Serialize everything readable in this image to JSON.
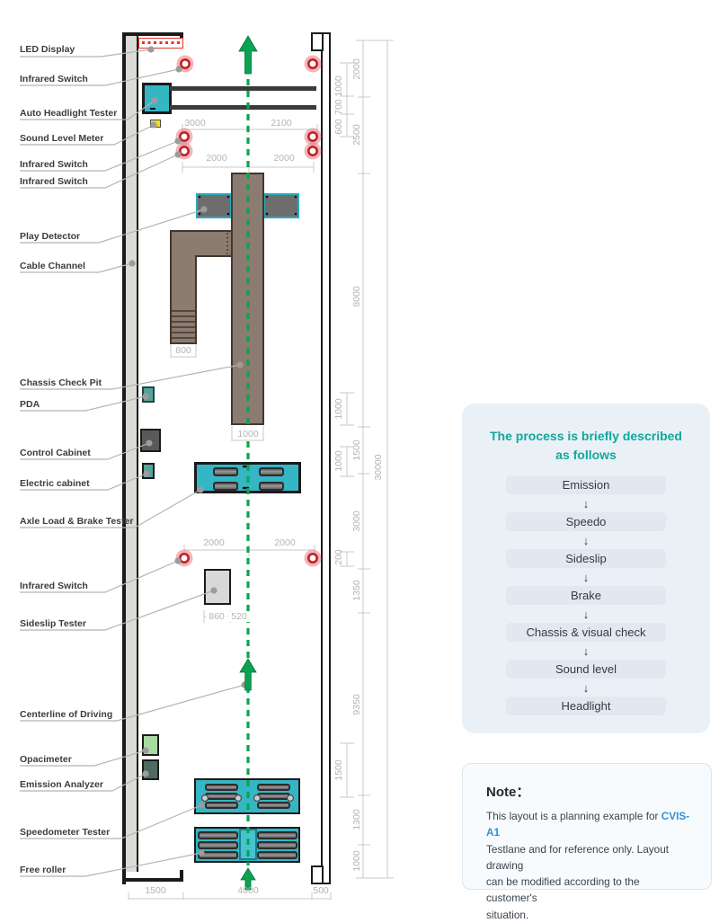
{
  "equipment_labels": [
    "LED Display",
    "Infrared Switch",
    "Auto Headlight Tester",
    "Sound Level Meter",
    "Infrared Switch",
    "Infrared Switch",
    "Play Detector",
    "Cable Channel",
    "Chassis Check Pit",
    "PDA",
    "Control Cabinet",
    "Electric cabinet",
    "Axle Load & Brake Tester",
    "Infrared Switch",
    "Sideslip Tester",
    "Centerline of Driving",
    "Opacimeter",
    "Emission Analyzer",
    "Speedometer Tester",
    "Free roller"
  ],
  "dims": {
    "outer": [
      "2000",
      "2500",
      "8000",
      "1500",
      "3000",
      "1350",
      "9350",
      "1300",
      "1000"
    ],
    "inner": [
      "1000",
      "700",
      "600",
      "1000",
      "1000",
      "200",
      "1500"
    ],
    "total": "30000",
    "lane": [
      "3000",
      "2100",
      "2000",
      "2000",
      "800",
      "1000",
      "2000",
      "2000",
      "860",
      "520",
      "1500",
      "4000",
      "500"
    ]
  },
  "process_panel": {
    "title": "The process is briefly described as follows",
    "arrow": "↓",
    "steps": [
      "Emission",
      "Speedo",
      "Sideslip",
      "Brake",
      "Chassis & visual check",
      "Sound level",
      "Headlight"
    ]
  },
  "note_panel": {
    "heading": "Note：",
    "line1_pre": "This layout is a planning example for ",
    "highlight": "CVIS-A1",
    "line2": "Testlane and for reference only. Layout drawing",
    "line3": "can be modified according to the customer's",
    "line4": "situation."
  },
  "colors": {
    "equipment_cyan": "#35b6c5",
    "pit_brown": "#8c7b70",
    "centerline_green": "#0aa351",
    "infrared_red": "#bf2428",
    "led_red": "#e63329",
    "process_title_teal": "#12a79c",
    "note_highlight_blue": "#2b93d6"
  }
}
